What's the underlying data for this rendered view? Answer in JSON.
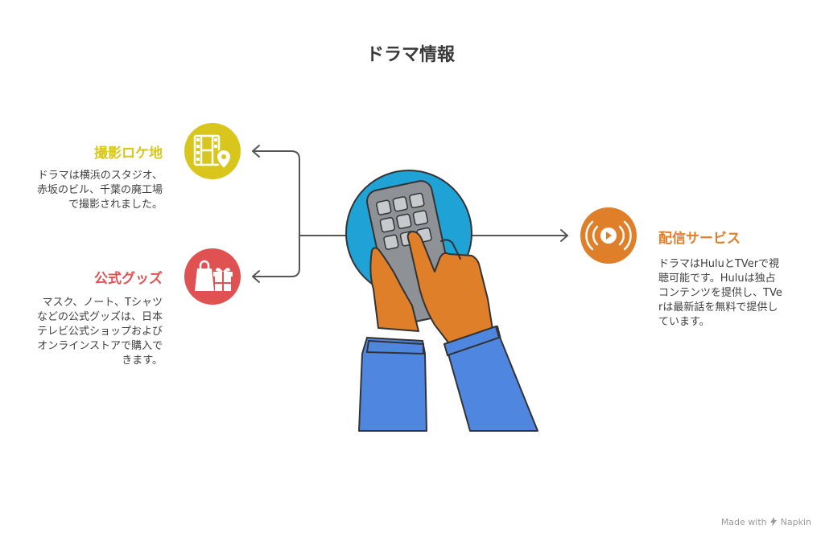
{
  "title": "ドラマ情報",
  "sections": {
    "location": {
      "heading": "撮影ロケ地",
      "description": "ドラマは横浜のスタジオ、赤坂のビル、千葉の廃工場で撮影されました。",
      "icon": "film-location-icon",
      "color": "#D9C61D"
    },
    "goods": {
      "heading": "公式グッズ",
      "description": "マスク、ノート、Tシャツなどの公式グッズは、日本テレビ公式ショップおよびオンラインストアで購入できます。",
      "icon": "shopping-gift-icon",
      "color": "#E05252"
    },
    "streaming": {
      "heading": "配信サービス",
      "description": "ドラマはHuluとTVerで視聴可能です。Huluは独占コンテンツを提供し、TVerは最新話を無料で提供しています。",
      "icon": "broadcast-play-icon",
      "color": "#E07F2A"
    }
  },
  "center_illustration": {
    "icon": "hand-remote-control-icon",
    "accent_color": "#1FA3D6",
    "sleeve_color": "#4F86E0"
  },
  "footer": {
    "made_with": "Made with",
    "brand": "Napkin"
  }
}
